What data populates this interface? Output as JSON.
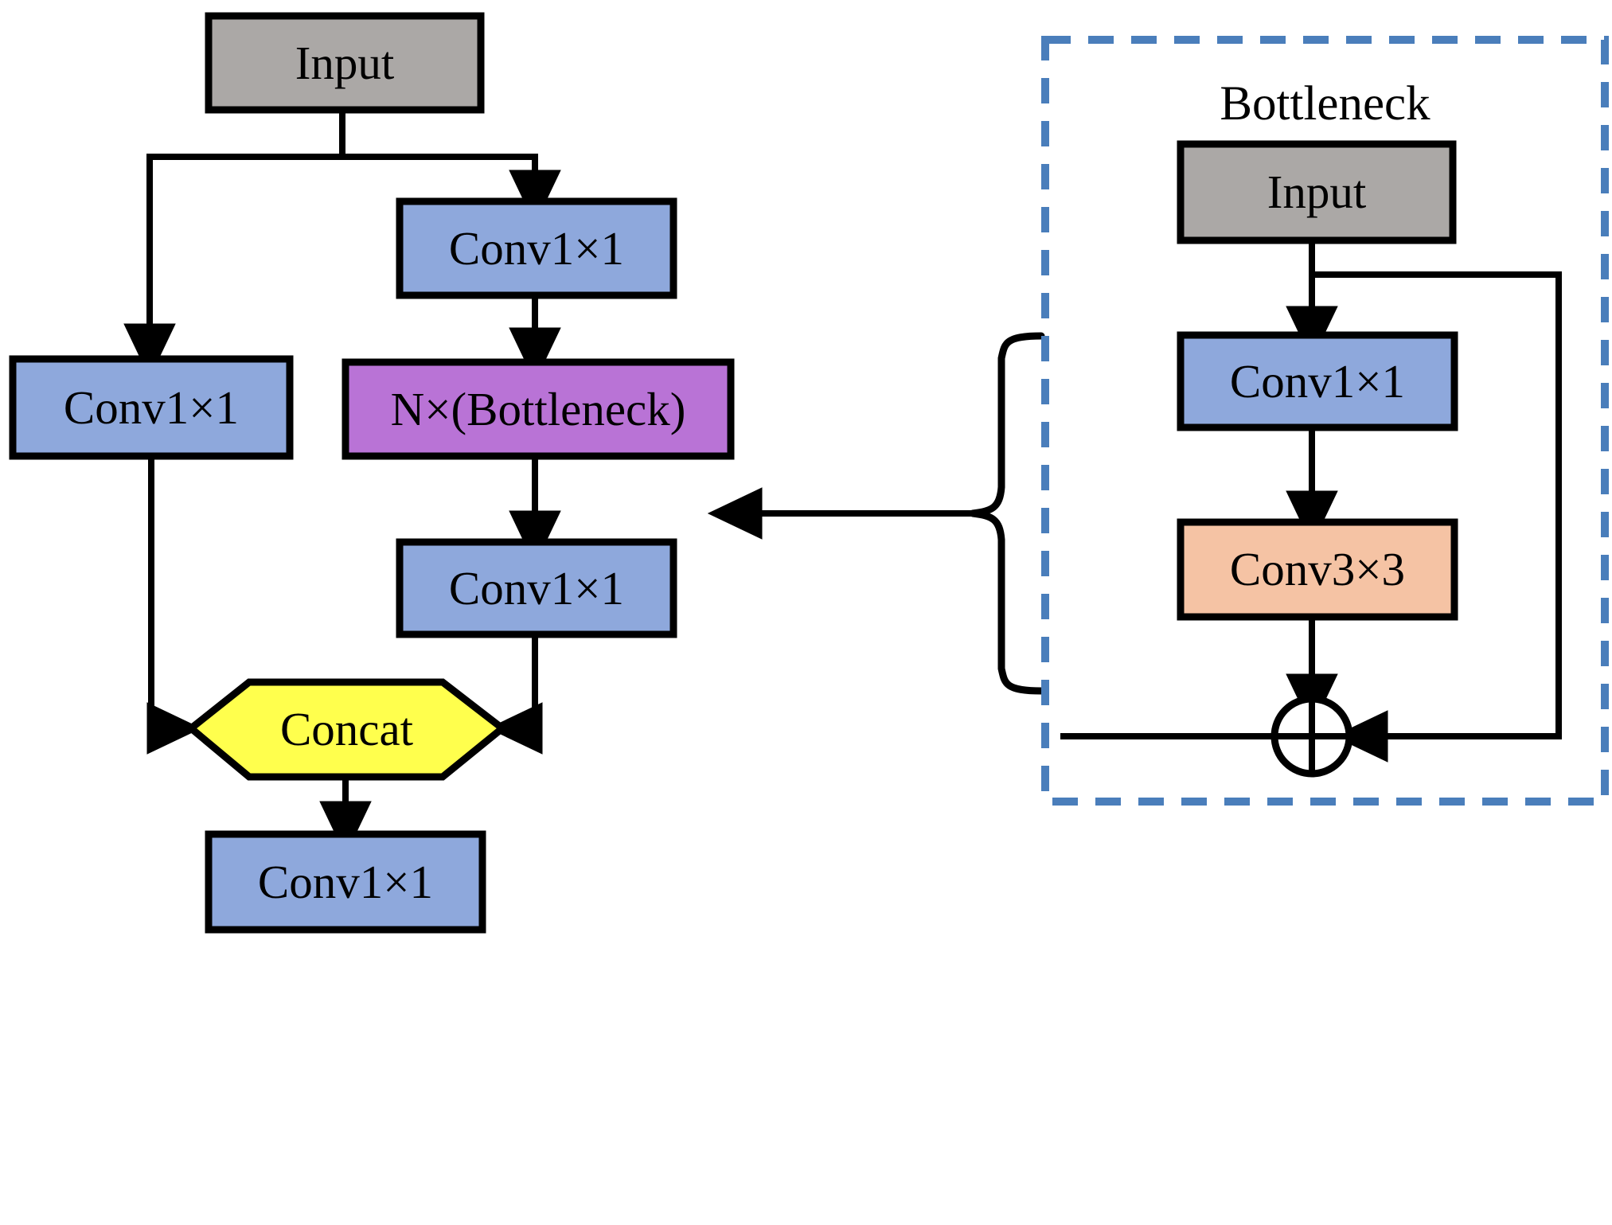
{
  "figure": {
    "title": "CSP module with N x Bottleneck detail",
    "background": "#ffffff"
  },
  "colors": {
    "input_gray": "#ABA8A6",
    "conv_blue": "#8EA8DC",
    "bottleneck_purple": "#B973D6",
    "concat_yellow": "#FFFF4D",
    "conv3x3_orange": "#F5C3A4",
    "stroke_black": "#000000",
    "dashed_blue": "#4A7EBB"
  },
  "main_flow": {
    "input": {
      "label": "Input"
    },
    "left_branch_conv": {
      "label": "Conv1×1"
    },
    "right_branch_conv": {
      "label": "Conv1×1"
    },
    "bottleneck_stack": {
      "label": "N×(Bottleneck)"
    },
    "post_bottleneck_conv": {
      "label": "Conv1×1"
    },
    "concat": {
      "label": "Concat"
    },
    "output_conv": {
      "label": "Conv1×1"
    }
  },
  "bottleneck_detail": {
    "title": "Bottleneck",
    "input": {
      "label": "Input"
    },
    "conv1x1": {
      "label": "Conv1×1"
    },
    "conv3x3": {
      "label": "Conv3×3"
    },
    "add": {
      "label": "⊕",
      "name": "element-wise addition"
    }
  }
}
